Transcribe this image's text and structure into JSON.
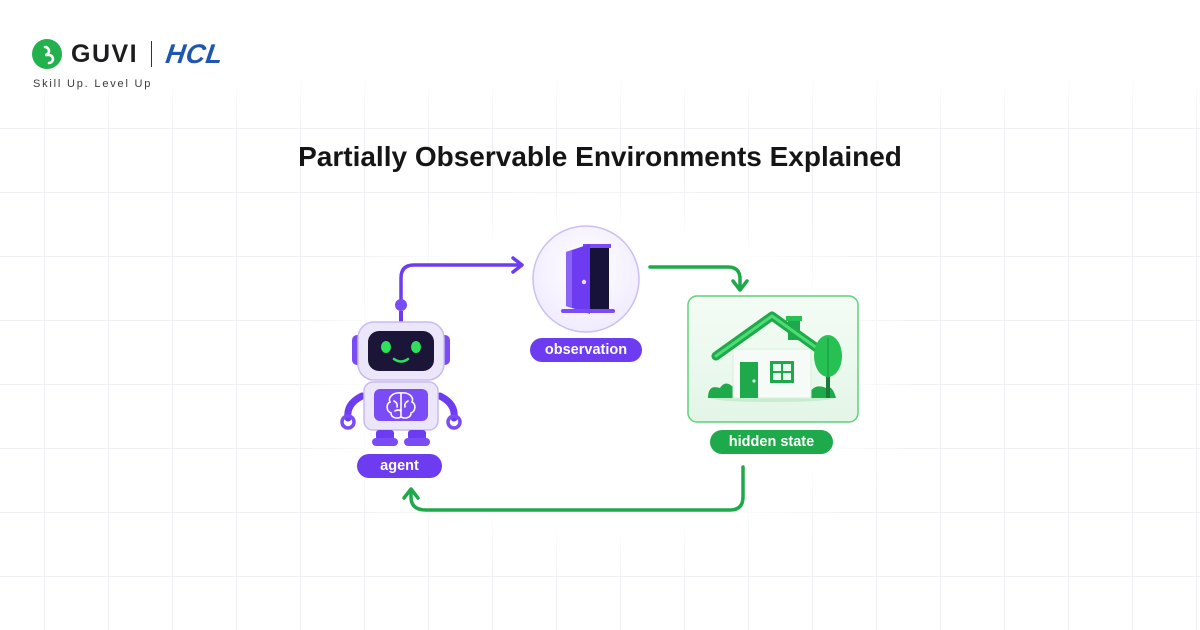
{
  "brand": {
    "guvi_name": "GUVI",
    "hcl_name": "HCL",
    "tagline": "Skill Up. Level Up",
    "guvi_color": "#22b14c",
    "hcl_color": "#1f57b0"
  },
  "title": "Partially Observable Environments Explained",
  "diagram": {
    "nodes": {
      "agent": {
        "label": "agent",
        "icon": "robot-icon",
        "color": "#6d3bf0"
      },
      "observation": {
        "label": "observation",
        "icon": "door-icon",
        "color": "#6d3bf0"
      },
      "hidden_state": {
        "label": "hidden state",
        "icon": "house-icon",
        "color": "#1ea94a"
      }
    },
    "edges": [
      {
        "from": "agent",
        "to": "observation",
        "color": "#6d3bf0"
      },
      {
        "from": "observation",
        "to": "hidden_state",
        "color": "#1ea94a"
      },
      {
        "from": "hidden_state",
        "to": "agent",
        "color": "#1ea94a"
      }
    ]
  }
}
